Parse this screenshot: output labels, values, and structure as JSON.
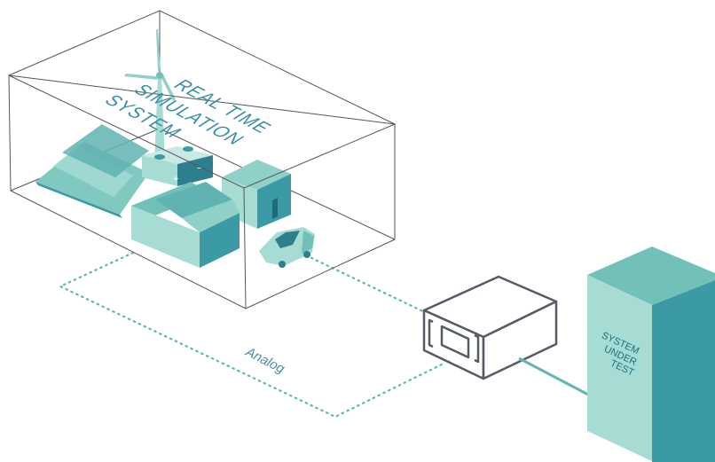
{
  "labels": {
    "simulation_line1": "REAL TIME",
    "simulation_line2": "SIMULATION",
    "simulation_line3": "SYSTEM",
    "connection": "Analog",
    "sut_line1": "SYSTEM",
    "sut_line2": "UNDER",
    "sut_line3": "TEST"
  },
  "battery": {
    "plus": "+",
    "minus": "−"
  },
  "colors": {
    "teal_light": "#a7dcd5",
    "teal_mid": "#72c1b9",
    "teal_dark": "#3b9aa3",
    "teal_darkest": "#2d7f8d",
    "outline": "#555555",
    "dotted_link": "#5fb8b0"
  }
}
